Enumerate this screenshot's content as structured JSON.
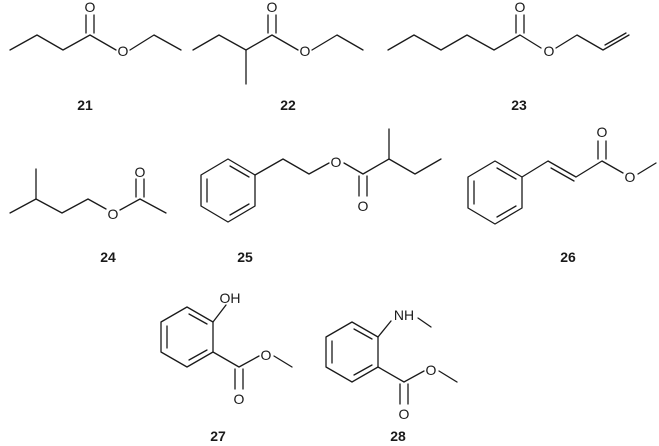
{
  "compounds": [
    {
      "number": "21",
      "atoms": [
        "O",
        "O"
      ]
    },
    {
      "number": "22",
      "atoms": [
        "O",
        "O"
      ]
    },
    {
      "number": "23",
      "atoms": [
        "O",
        "O"
      ]
    },
    {
      "number": "24",
      "atoms": [
        "O",
        "O"
      ]
    },
    {
      "number": "25",
      "atoms": [
        "O",
        "O"
      ]
    },
    {
      "number": "26",
      "atoms": [
        "O",
        "O"
      ]
    },
    {
      "number": "27",
      "atoms": [
        "OH",
        "O",
        "O"
      ]
    },
    {
      "number": "28",
      "atoms": [
        "NH",
        "O",
        "O"
      ]
    }
  ]
}
